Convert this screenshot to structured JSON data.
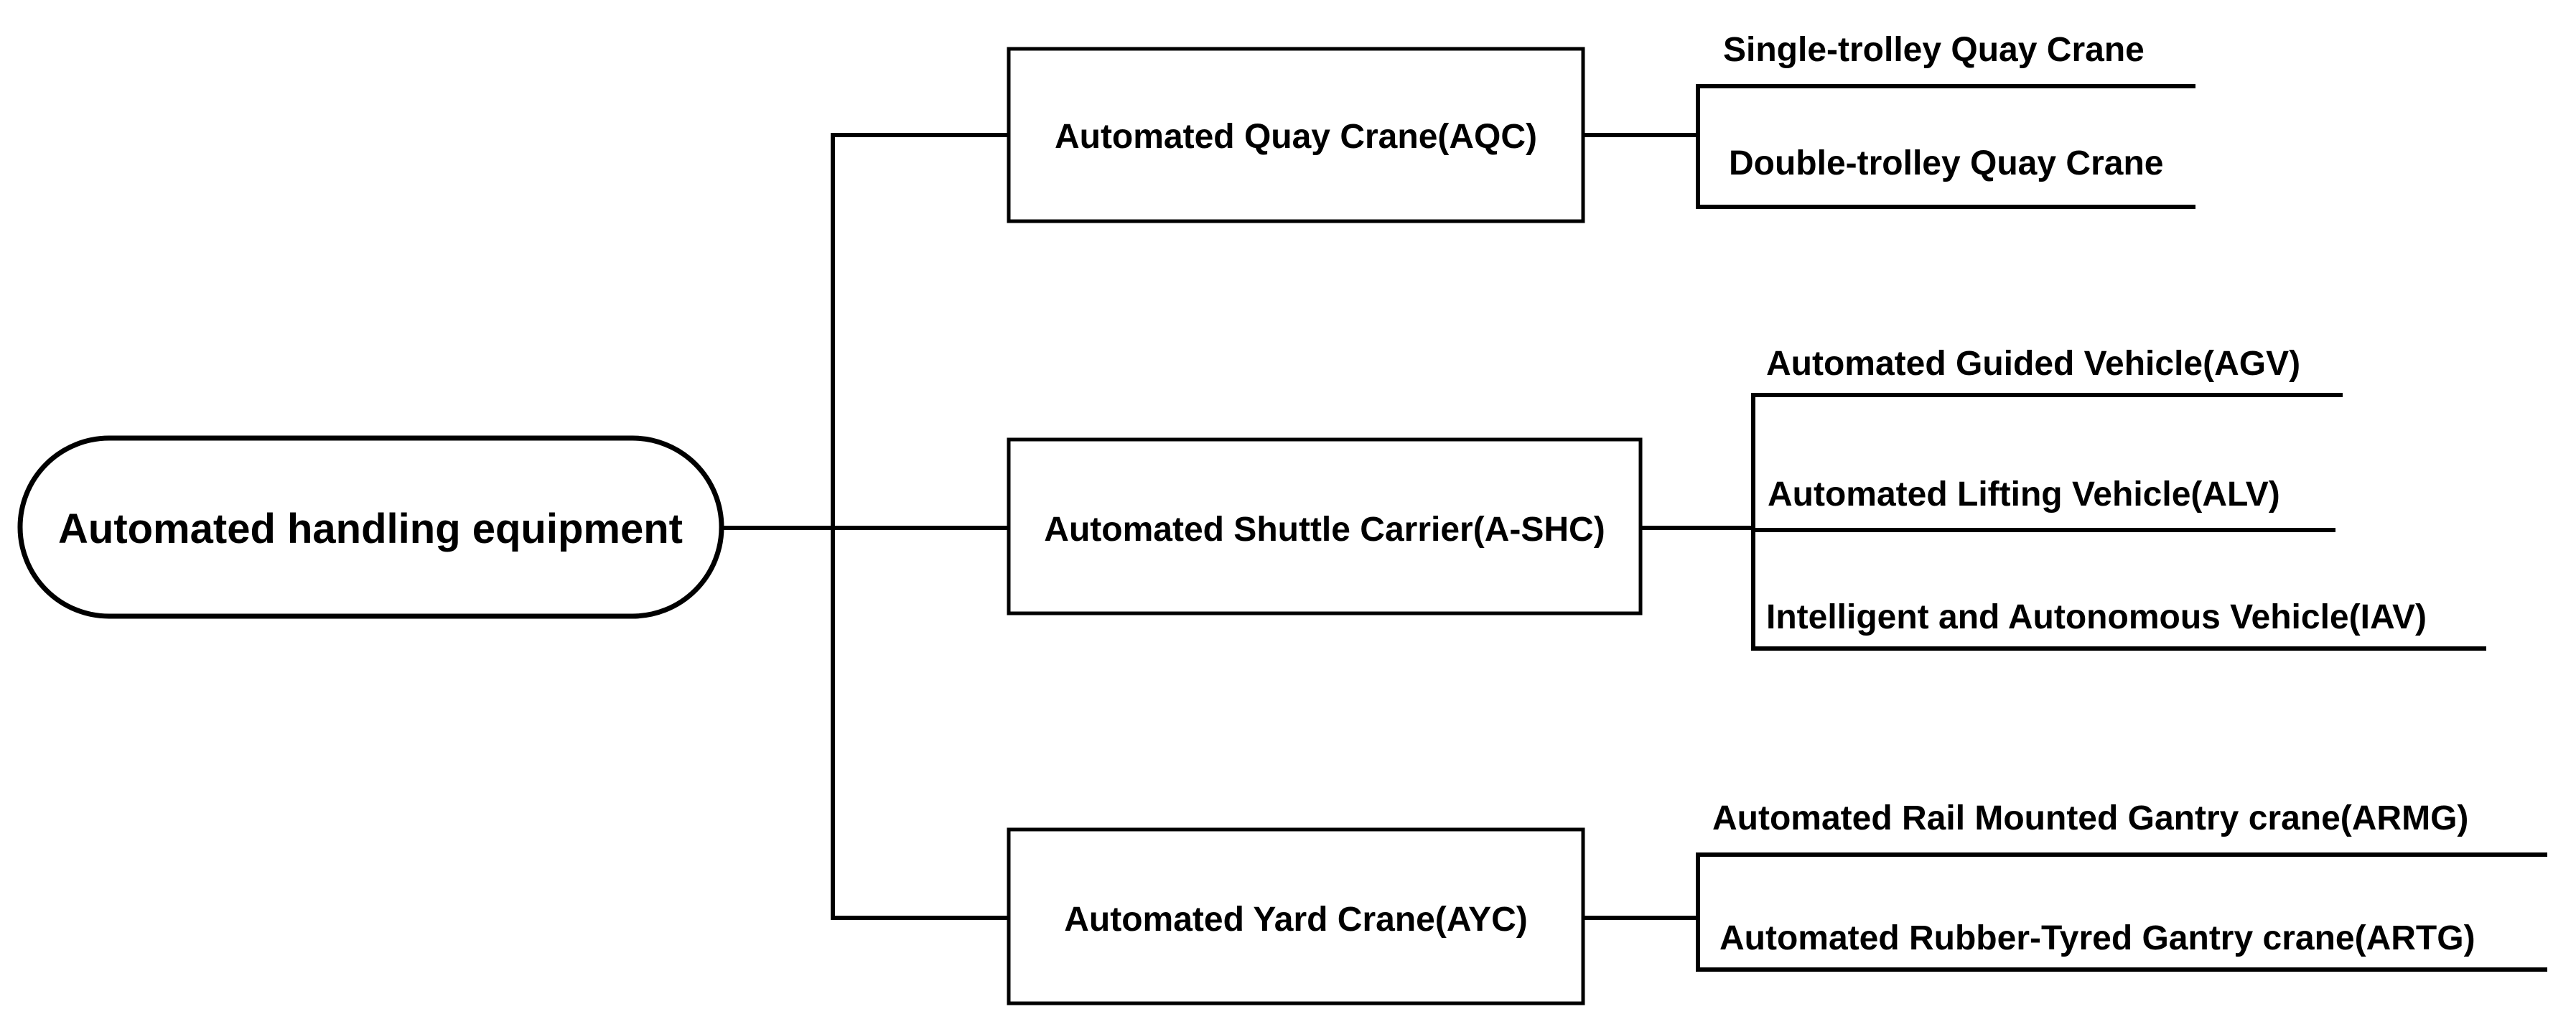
{
  "root": {
    "label": "Automated handling equipment"
  },
  "categories": [
    {
      "label": "Automated Quay Crane(AQC)",
      "items": [
        "Single-trolley Quay Crane",
        "Double-trolley Quay Crane"
      ]
    },
    {
      "label": "Automated Shuttle Carrier(A-SHC)",
      "items": [
        "Automated Guided Vehicle(AGV)",
        "Automated Lifting Vehicle(ALV)",
        "Intelligent and Autonomous Vehicle(IAV)"
      ]
    },
    {
      "label": "Automated Yard Crane(AYC)",
      "items": [
        "Automated Rail Mounted Gantry crane(ARMG)",
        "Automated Rubber-Tyred Gantry crane(ARTG)"
      ]
    }
  ],
  "colors": {
    "stroke": "#000000",
    "text": "#000000",
    "background": "#ffffff"
  }
}
